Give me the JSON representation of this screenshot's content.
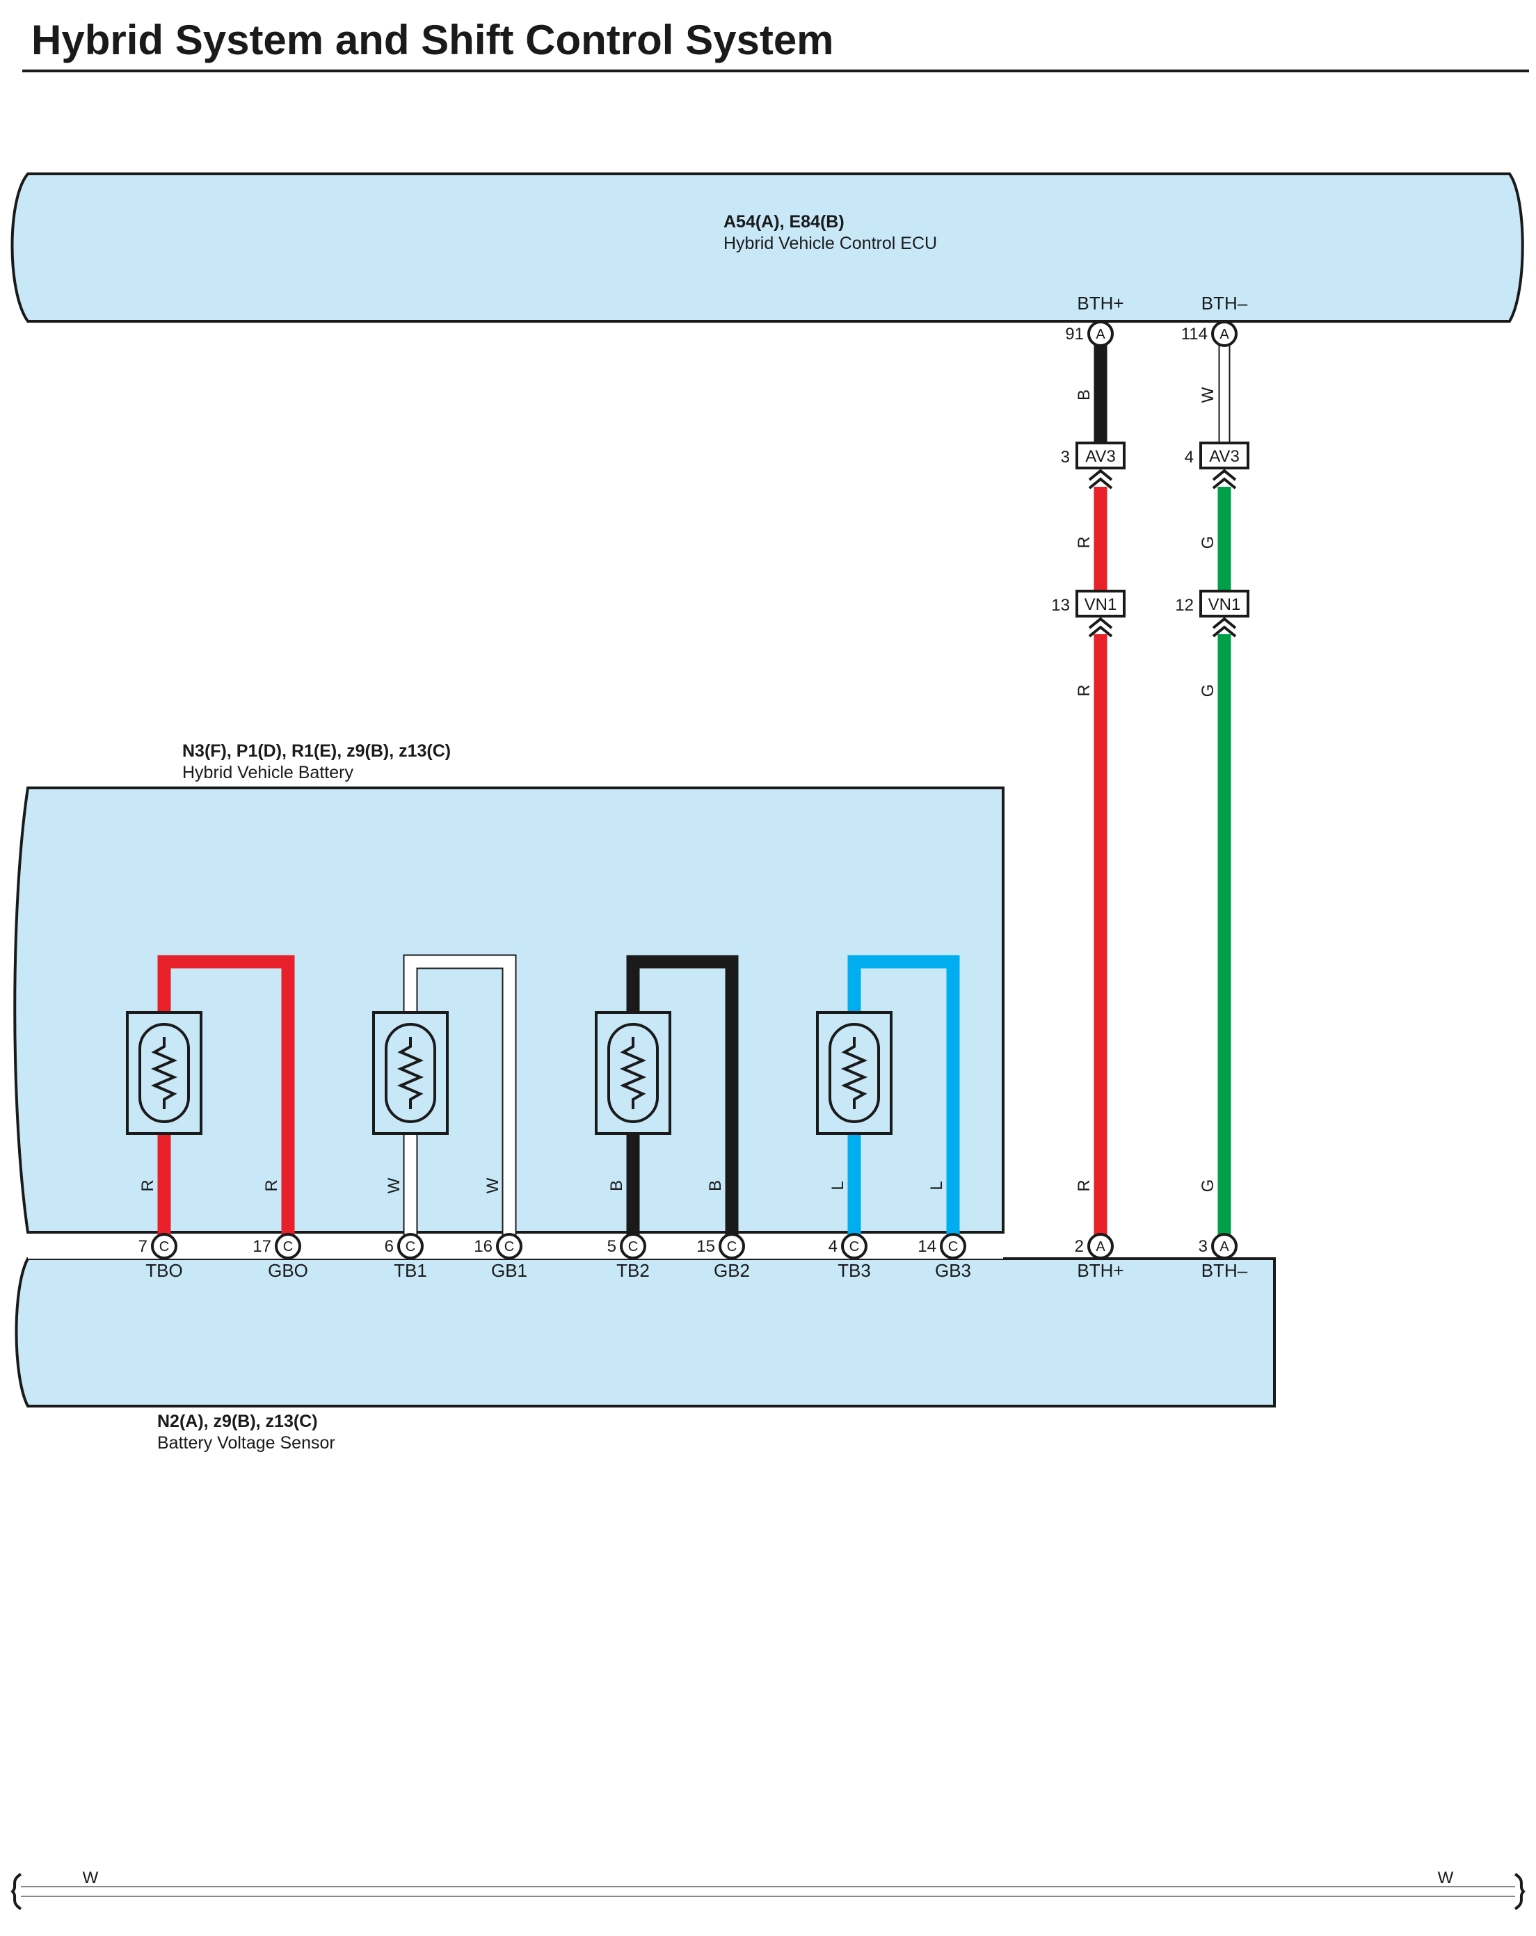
{
  "title": "Hybrid System and Shift Control System",
  "ecu": {
    "code": "A54(A), E84(B)",
    "name": "Hybrid Vehicle Control ECU",
    "pins": [
      {
        "label": "BTH+",
        "num": "91",
        "conn": "A"
      },
      {
        "label": "BTH–",
        "num": "114",
        "conn": "A"
      }
    ]
  },
  "battery": {
    "code": "N3(F), P1(D), R1(E), z9(B), z13(C)",
    "name": "Hybrid Vehicle Battery"
  },
  "sensor": {
    "code": "N2(A), z9(B), z13(C)",
    "name": "Battery Voltage Sensor",
    "pins": [
      {
        "label": "TBO",
        "num": "7",
        "conn": "C",
        "wire": "R"
      },
      {
        "label": "GBO",
        "num": "17",
        "conn": "C",
        "wire": "R"
      },
      {
        "label": "TB1",
        "num": "6",
        "conn": "C",
        "wire": "W"
      },
      {
        "label": "GB1",
        "num": "16",
        "conn": "C",
        "wire": "W"
      },
      {
        "label": "TB2",
        "num": "5",
        "conn": "C",
        "wire": "B"
      },
      {
        "label": "GB2",
        "num": "15",
        "conn": "C",
        "wire": "B"
      },
      {
        "label": "TB3",
        "num": "4",
        "conn": "C",
        "wire": "L"
      },
      {
        "label": "GB3",
        "num": "14",
        "conn": "C",
        "wire": "L"
      },
      {
        "label": "BTH+",
        "num": "2",
        "conn": "A",
        "wire": "R"
      },
      {
        "label": "BTH–",
        "num": "3",
        "conn": "A",
        "wire": "G"
      }
    ]
  },
  "inline_connectors": [
    {
      "code": "AV3",
      "pins": [
        "3",
        "4"
      ]
    },
    {
      "code": "VN1",
      "pins": [
        "13",
        "12"
      ]
    }
  ],
  "wires": {
    "bth_plus": [
      "B",
      "R",
      "R"
    ],
    "bth_minus": [
      "W",
      "G",
      "G"
    ]
  },
  "bottom_bar": {
    "left": "W",
    "right": "W"
  },
  "colors": {
    "panel": "#c8e8f8",
    "R": "#e8202a",
    "W": "#ffffff",
    "B": "#1a1a1a",
    "L": "#00aeef",
    "G": "#00a04a"
  }
}
